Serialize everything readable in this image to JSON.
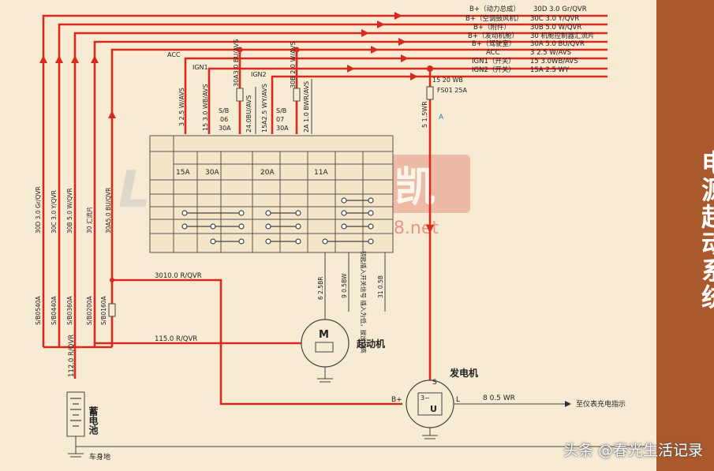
{
  "sidebar": {
    "title": "电源起动系统"
  },
  "watermark": {
    "latin_left": "LIN",
    "latin_mid": "K",
    "cn": "凌凯",
    "url": "link168.net"
  },
  "footer": {
    "credit": "头条 @春光生活记录"
  },
  "bus": [
    {
      "label": "B+（动力总成）",
      "spec": "30D 3.0 Gr/QVR"
    },
    {
      "label": "B+（空调鼓风机）",
      "spec": "30C 3.0 Y/QVR"
    },
    {
      "label": "B+（附件）",
      "spec": "30B 5.0 W/QVR"
    },
    {
      "label": "B+（发动机舱）",
      "spec": "30 机舱控制器汇流片"
    },
    {
      "label": "B+（驾驶室）",
      "spec": "30A 5.0 BU/QVR"
    },
    {
      "label": "ACC",
      "spec": "3 2.5 W/AVS"
    },
    {
      "label": "IGN1（开关）",
      "spec": "15 3.0WB/AVS"
    },
    {
      "label": "IGN2（开关）",
      "spec": "15A 2.5 WY"
    }
  ],
  "switch": {
    "acc": "ACC",
    "ign1": "IGN1",
    "ign2": "IGN2",
    "wire_acc": "3 2.5 W/AVS",
    "wire_ign1": "15 3.0 WB/AVS",
    "sb06": "S/B",
    "sb06_num": "06",
    "sb06_amp": "30A",
    "wire_30a": "30A3.0 BU/AVS",
    "wire_50a": "24.0BU/AVS",
    "wire_15a": "15A2.5 WY/AVS",
    "sb07": "S/B",
    "sb07_num": "07",
    "sb07_amp": "30A",
    "wire_30b": "30B 2.0 W/AVS",
    "wire_2a": "2A 1.0 BWR/AVS",
    "ratings": [
      "15A",
      "30A",
      "20A",
      "11A"
    ]
  },
  "left_wires": [
    "30D 3.0 Gr/QVR",
    "30C 3.0 Y/QVR",
    "30B 5.0 W/QVR",
    "30 汇流片",
    "30A5.0 BU/QVR"
  ],
  "fuses": [
    "S/B0540A",
    "S/B0440A",
    "S/B0360A",
    "S/B0200A",
    "S/B0160A"
  ],
  "labels": {
    "r3010": "3010.0 R/QVR",
    "r115": "115.0 R/QVR",
    "r112": "112.0 R/QVR",
    "w625br": "6 2.5BR",
    "w905bw": "9 0.5BW",
    "key_note": "钥匙插入开关信号 插入为低，拔出为高",
    "w3105b": "31 0.5B",
    "fs_wire": "15 20 WB",
    "fs_name": "FS01 25A",
    "w515wr": "5 1.5WR",
    "point_a": "A",
    "starter_m": "M",
    "starter_name": "起动机",
    "battery_name": "蓄电池",
    "alt_name": "发电机",
    "alt_s": "S",
    "alt_l": "L",
    "alt_bplus": "B+",
    "alt_u": "U",
    "charge_wire": "8 0.5 WR",
    "charge_to": "至仪表充电指示",
    "ground": "车身地"
  }
}
